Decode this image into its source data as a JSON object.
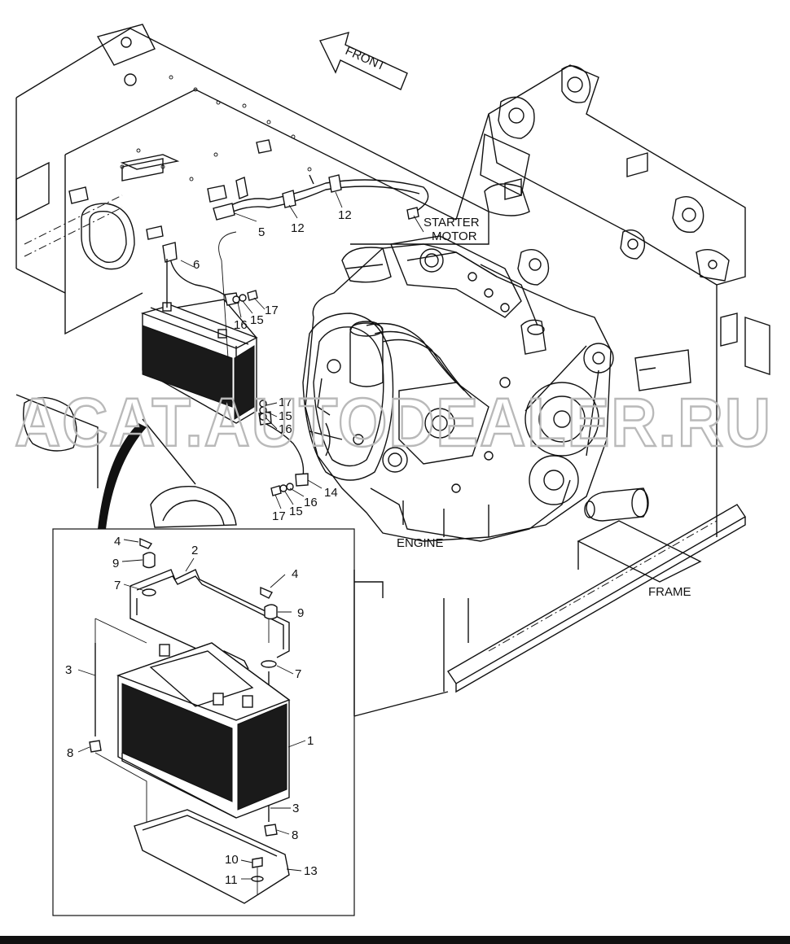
{
  "diagram": {
    "front_arrow_label": "FRONT",
    "starter_motor_line1": "STARTER",
    "starter_motor_line2": "MOTOR",
    "engine_label": "ENGINE",
    "frame_label": "FRAME",
    "watermark": "ACAT.AUTODEALER.RU",
    "callouts": {
      "c1": "1",
      "c2": "2",
      "c3a": "3",
      "c3b": "3",
      "c4a": "4",
      "c4b": "4",
      "c5": "5",
      "c6": "6",
      "c7a": "7",
      "c7b": "7",
      "c8a": "8",
      "c8b": "8",
      "c9a": "9",
      "c9b": "9",
      "c10": "10",
      "c11": "11",
      "c12a": "12",
      "c12b": "12",
      "c13": "13",
      "c14": "14",
      "c15a": "15",
      "c15b": "15",
      "c15c": "15",
      "c16a": "16",
      "c16b": "16",
      "c16c": "16",
      "c17a": "17",
      "c17b": "17",
      "c17c": "17"
    }
  }
}
